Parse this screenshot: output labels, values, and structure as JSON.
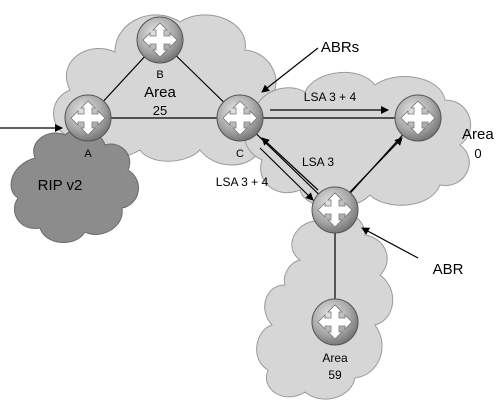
{
  "diagram": {
    "routers": [
      {
        "id": "A",
        "label": "A"
      },
      {
        "id": "B",
        "label": "B"
      },
      {
        "id": "C",
        "label": "C"
      },
      {
        "id": "R4",
        "label": ""
      },
      {
        "id": "R5",
        "label": ""
      },
      {
        "id": "R6",
        "label": ""
      }
    ],
    "areas": {
      "area25_word": "Area",
      "area25_num": "25",
      "area0_word": "Area",
      "area0_num": "0",
      "area59_word": "Area",
      "area59_num": "59",
      "rip": "RIP v2"
    },
    "labels": {
      "abrs": "ABRs",
      "abr": "ABR",
      "lsa_top": "LSA 3 + 4",
      "lsa_mid": "LSA 3",
      "lsa_left": "LSA 3 + 4"
    },
    "colors": {
      "cloud": "#d6d6d6",
      "dark_cloud": "#8c8c8c",
      "router": "#9a9a9a",
      "line": "#000000"
    }
  }
}
